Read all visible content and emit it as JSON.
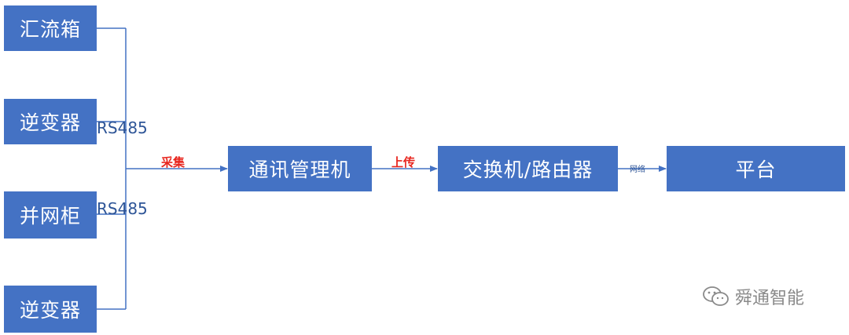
{
  "nodes": {
    "combiner_box": "汇流箱",
    "inverter_top": "逆变器",
    "grid_cabinet": "并网柜",
    "inverter_bottom": "逆变器",
    "comm_manager": "通讯管理机",
    "switch_router": "交换机/路由器",
    "platform": "平台"
  },
  "labels": {
    "rs485_top": "RS485",
    "rs485_bottom": "RS485",
    "collect": "采集",
    "upload": "上传",
    "network": "网络"
  },
  "watermark": {
    "icon": "wechat-icon",
    "text": "舜通智能"
  },
  "colors": {
    "box": "#4472c4",
    "line": "#4472c4",
    "accent": "#e8261e"
  }
}
